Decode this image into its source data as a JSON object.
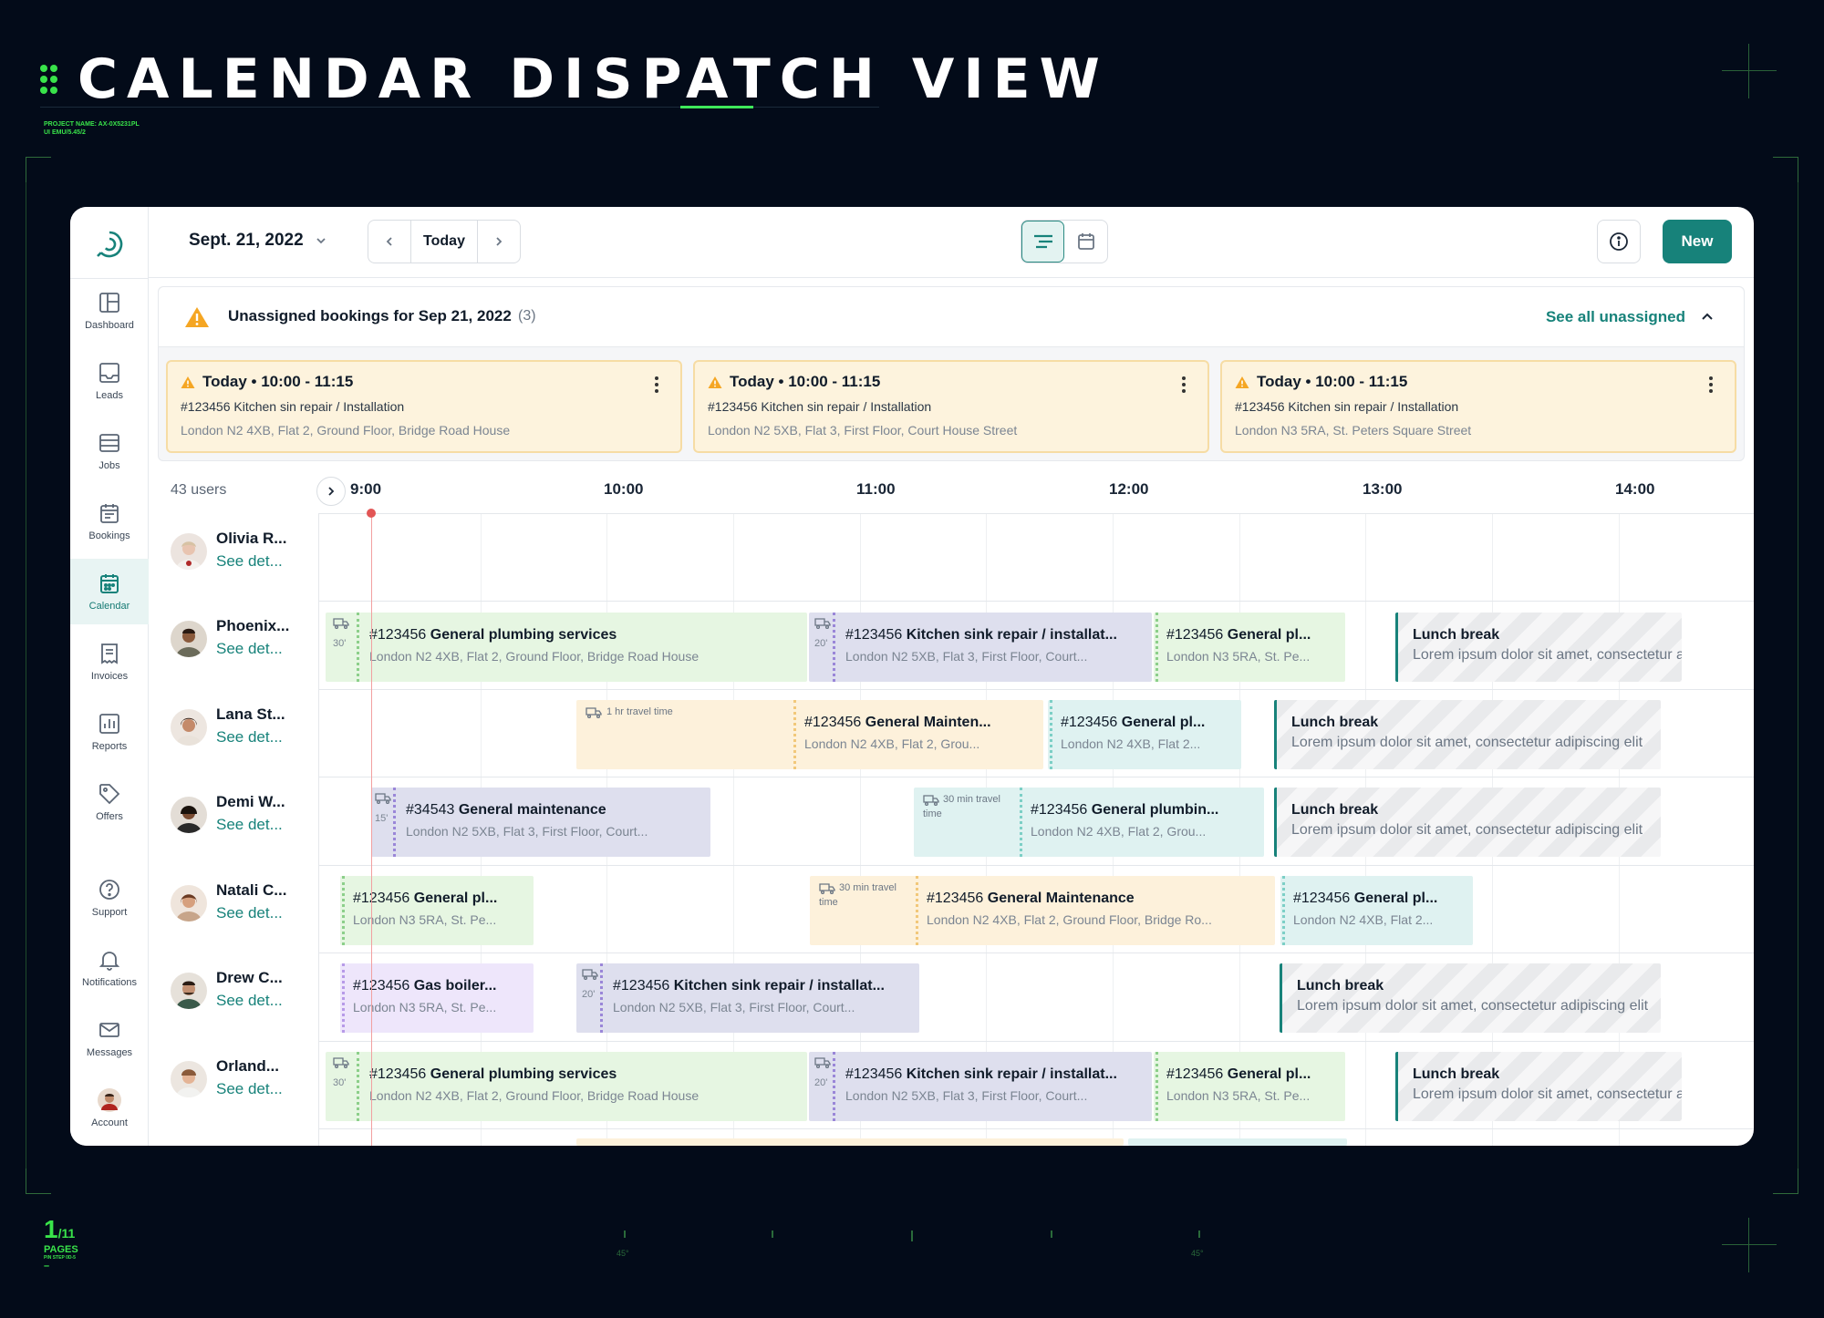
{
  "page": {
    "title": "CALENDAR DISPATCH VIEW",
    "project_name": "PROJECT NAME: AX-0X5231PL",
    "project_sub": "UI EMU/5.45/2",
    "pages": {
      "current": "1",
      "total": "/11",
      "label": "PAGES",
      "sub": "PIN STEP 0D-5",
      "dash": "–"
    },
    "ruler": {
      "left_label": "45°",
      "right_label": "45°"
    }
  },
  "sidebar": {
    "items": [
      {
        "label": "Dashboard",
        "icon": "dashboard-icon"
      },
      {
        "label": "Leads",
        "icon": "leads-icon"
      },
      {
        "label": "Jobs",
        "icon": "jobs-icon"
      },
      {
        "label": "Bookings",
        "icon": "bookings-icon"
      },
      {
        "label": "Calendar",
        "icon": "calendar-icon",
        "active": true
      },
      {
        "label": "Invoices",
        "icon": "invoices-icon"
      },
      {
        "label": "Reports",
        "icon": "reports-icon"
      },
      {
        "label": "Offers",
        "icon": "offers-icon"
      },
      {
        "label": "Support",
        "icon": "support-icon"
      },
      {
        "label": "Notifications",
        "icon": "bell-icon"
      },
      {
        "label": "Messages",
        "icon": "mail-icon"
      },
      {
        "label": "Account",
        "icon": "avatar"
      }
    ]
  },
  "topbar": {
    "date": "Sept. 21, 2022",
    "today_label": "Today",
    "new_label": "New"
  },
  "unassigned": {
    "title": "Unassigned bookings for Sep 21, 2022",
    "count": "(3)",
    "see_all": "See all unassigned",
    "cards": [
      {
        "time": "Today • 10:00 - 11:15",
        "job": "#123456 Kitchen sin repair / Installation",
        "address": "London N2 4XB, Flat 2, Ground Floor, Bridge Road House"
      },
      {
        "time": "Today • 10:00 - 11:15",
        "job": "#123456 Kitchen sin repair / Installation",
        "address": "London N2 5XB, Flat 3, First Floor, Court House Street"
      },
      {
        "time": "Today • 10:00 - 11:15",
        "job": "#123456 Kitchen sin repair / Installation",
        "address": "London N3 5RA, St. Peters Square Street"
      }
    ]
  },
  "timeline": {
    "users_count": "43 users",
    "hours": [
      "9:00",
      "10:00",
      "11:00",
      "12:00",
      "13:00",
      "14:00"
    ],
    "see_details": "See det...",
    "users": [
      {
        "name": "Olivia R..."
      },
      {
        "name": "Phoenix..."
      },
      {
        "name": "Lana St..."
      },
      {
        "name": "Demi W..."
      },
      {
        "name": "Natali C..."
      },
      {
        "name": "Drew C..."
      },
      {
        "name": "Orland..."
      }
    ],
    "lunch": {
      "title": "Lunch break",
      "desc": "Lorem ipsum dolor sit amet, consectetur adipiscing elit"
    },
    "travel": {
      "one_hr": "1 hr travel time",
      "thirty_line1": "30 min travel",
      "thirty_line2": "time",
      "m30": "30'",
      "m20": "20'",
      "m15": "15'"
    },
    "jobs": {
      "gps_id": "#123456",
      "gps_title": "General plumbing services",
      "gps_addr": "London N2 4XB, Flat 2, Ground Floor, Bridge Road House",
      "ksr_title": "Kitchen sink repair / installat...",
      "ksr_addr": "London N2 5XB, Flat 3, First Floor, Court...",
      "gp_short": "General pl...",
      "gp_addr_n3": "London N3 5RA, St. Pe...",
      "gm_title": "General Mainten...",
      "gm_addr": "London N2 4XB, Flat 2, Grou...",
      "gp_addr_n2": "London N2 4XB, Flat 2...",
      "gm2_id": "#34543",
      "gm2_title": "General maintenance",
      "gm2_addr": "London N2 5XB, Flat 3, First Floor, Court...",
      "gpb_title": "General plumbin...",
      "gm3_title": "General Maintenance",
      "gm3_addr": "London N2 4XB, Flat 2, Ground Floor, Bridge Ro...",
      "gb_title": "Gas boiler..."
    }
  },
  "colors": {
    "accent": "#17827a",
    "green_block": "#e6f6e2",
    "purple_block": "#dedfee",
    "orange_block": "#fdf1db",
    "cyan_block": "#dff2f1",
    "warning": "#f5a623",
    "now": "#e25555",
    "neon": "#39e34a"
  }
}
